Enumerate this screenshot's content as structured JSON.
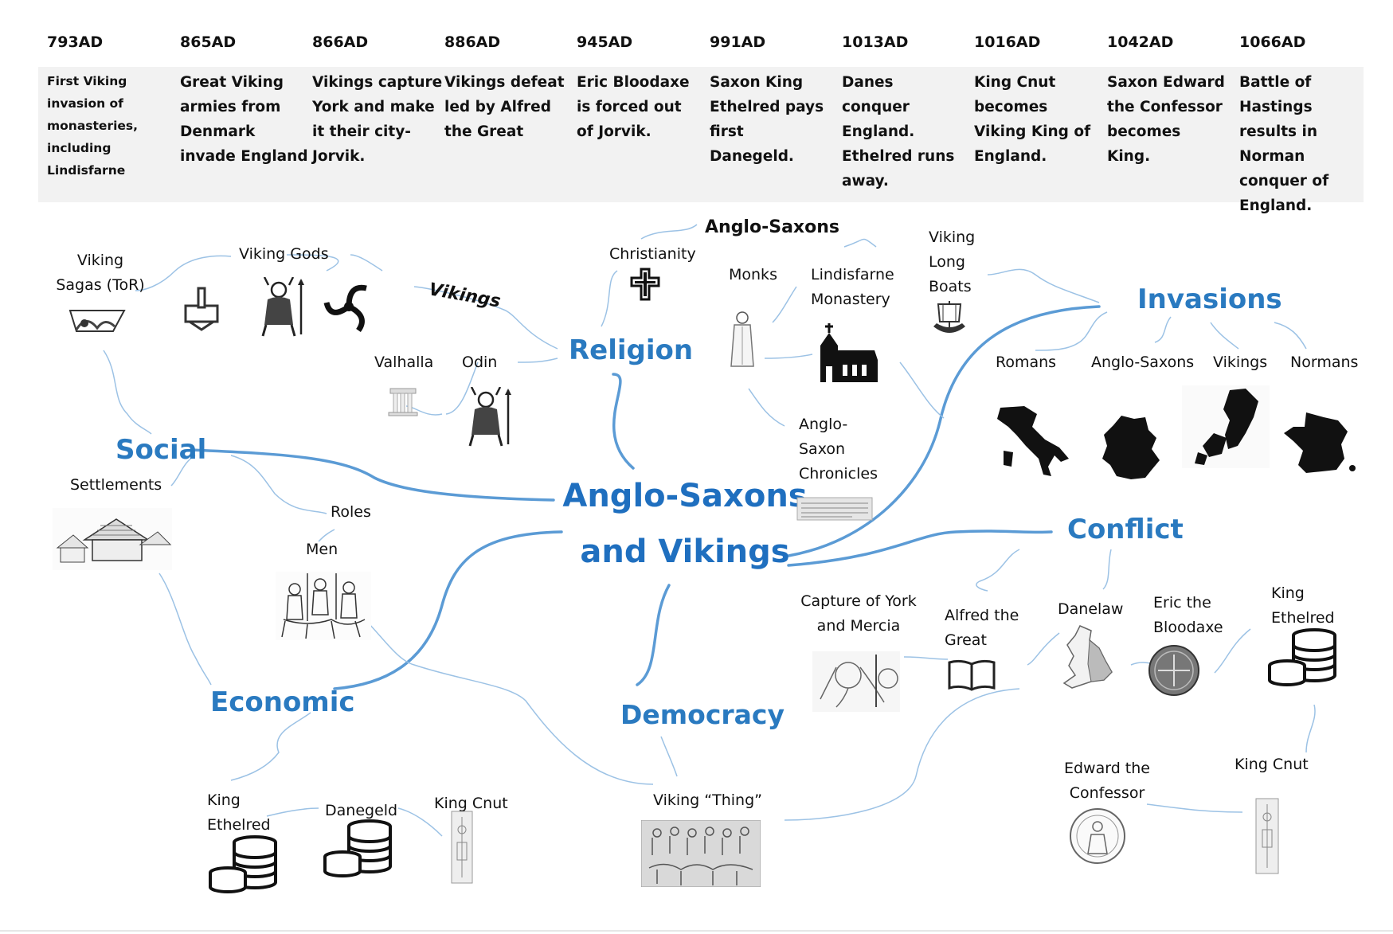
{
  "timeline": [
    {
      "date": "793AD",
      "event": "First Viking invasion of monasteries, including Lindisfarne"
    },
    {
      "date": "865AD",
      "event": "Great Viking armies from Denmark invade England"
    },
    {
      "date": "866AD",
      "event": "Vikings capture York and make it their city- Jorvik."
    },
    {
      "date": "886AD",
      "event": "Vikings defeat led  by Alfred the Great"
    },
    {
      "date": "945AD",
      "event": "Eric Bloodaxe is forced out of Jorvik."
    },
    {
      "date": "991AD",
      "event": "Saxon King Ethelred pays first Danegeld."
    },
    {
      "date": "1013AD",
      "event": "Danes conquer England. Ethelred runs away."
    },
    {
      "date": "1016AD",
      "event": "King Cnut becomes Viking King of England."
    },
    {
      "date": "1042AD",
      "event": "Saxon Edward the Confessor becomes King."
    },
    {
      "date": "1066AD",
      "event": "Battle of Hastings results in Norman conquer of England."
    }
  ],
  "center": {
    "line1": "Anglo-Saxons",
    "line2": "and Vikings"
  },
  "categories": {
    "religion": "Religion",
    "social": "Social",
    "economic": "Economic",
    "democracy": "Democracy",
    "invasions": "Invasions",
    "conflict": "Conflict"
  },
  "religion": {
    "vikings": "Vikings",
    "viking_gods": "Viking Gods",
    "viking_sagas": "Viking Sagas (ToR)",
    "valhalla": "Valhalla",
    "odin": "Odin",
    "christianity": "Christianity",
    "anglo_saxons": "Anglo-Saxons",
    "monks": "Monks",
    "lindisfarne": "Lindisfarne Monastery",
    "chronicles": "Anglo-Saxon Chronicles",
    "long_boats": "Viking Long Boats"
  },
  "social": {
    "settlements": "Settlements",
    "roles": "Roles",
    "men": "Men"
  },
  "economic": {
    "king_ethelred": "King Ethelred",
    "danegeld": "Danegeld",
    "king_cnut": "King Cnut"
  },
  "democracy": {
    "thing": "Viking “Thing”"
  },
  "invasions": {
    "romans": "Romans",
    "anglo_saxons": "Anglo-Saxons",
    "vikings": "Vikings",
    "normans": "Normans"
  },
  "conflict": {
    "capture_york": "Capture of York and Mercia",
    "alfred": "Alfred the Great",
    "danelaw": "Danelaw",
    "eric": "Eric the Bloodaxe",
    "king_ethelred": "King Ethelred",
    "king_cnut": "King Cnut",
    "edward": "Edward the Confessor"
  },
  "icons": [
    "thor-hammer-icon",
    "odin-warrior-icon",
    "triskelion-icon",
    "longship-drawing-icon",
    "cross-icon",
    "monk-icon",
    "church-icon",
    "viking-ship-icon",
    "temple-icon",
    "coin-stack-icon",
    "book-icon",
    "coin-icon",
    "seal-icon"
  ],
  "colors": {
    "accent": "#2a7ac0",
    "branch": "#5b9bd5",
    "band": "#f2f2f2"
  }
}
